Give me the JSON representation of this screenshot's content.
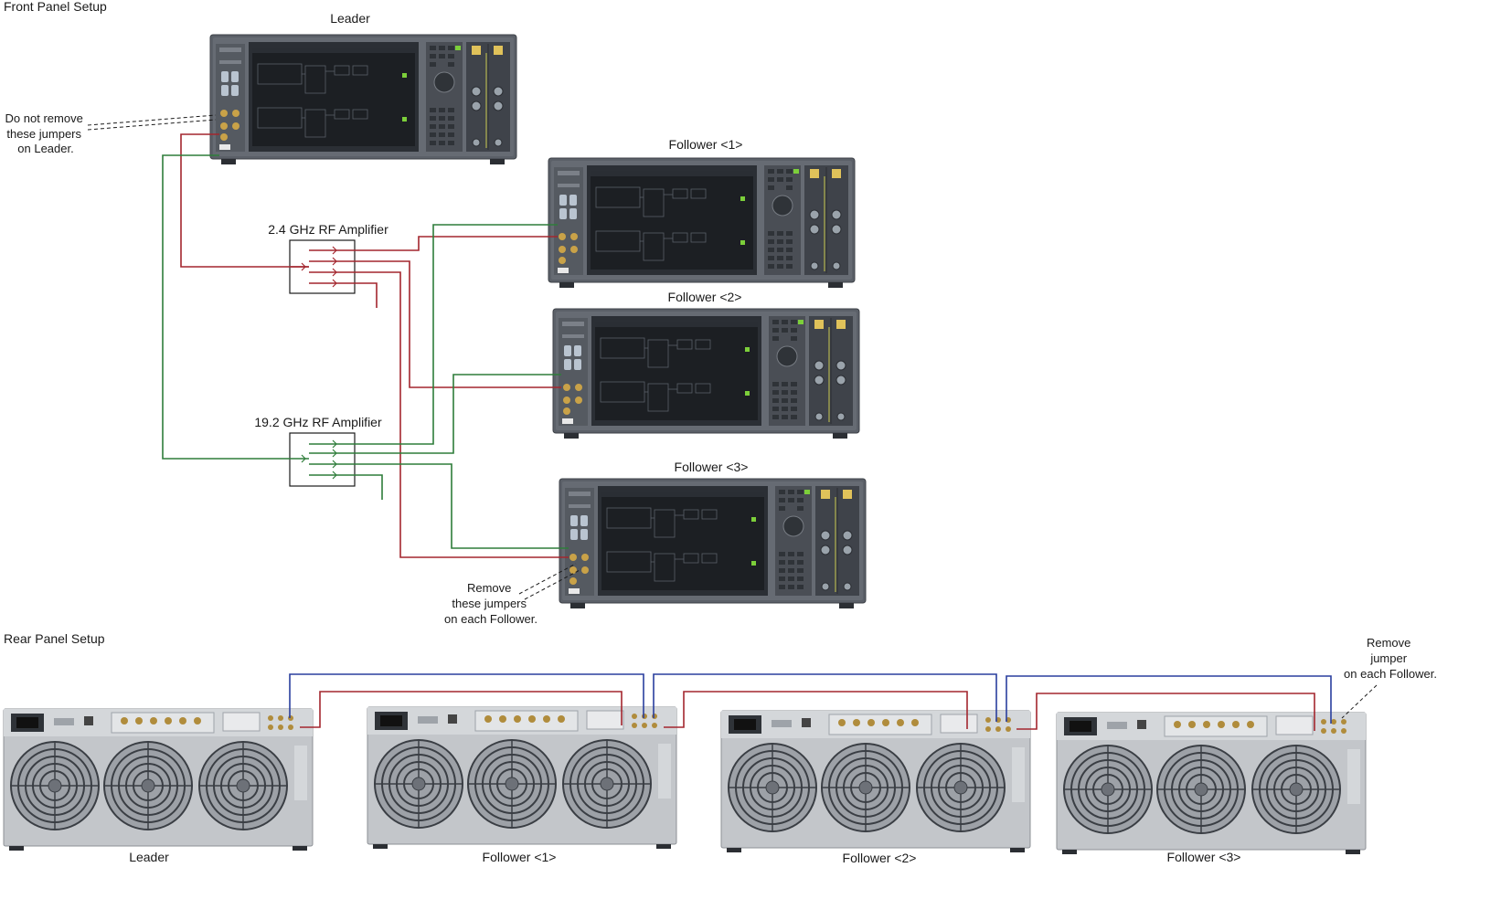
{
  "sections": {
    "front": "Front Panel Setup",
    "rear": "Rear Panel Setup"
  },
  "front_units": [
    {
      "label": "Leader"
    },
    {
      "label": "Follower <1>"
    },
    {
      "label": "Follower <2>"
    },
    {
      "label": "Follower <3>"
    }
  ],
  "amplifiers": [
    {
      "label": "2.4 GHz RF Amplifier"
    },
    {
      "label": "19.2 GHz RF Amplifier"
    }
  ],
  "notes": {
    "leader_jumpers": [
      "Do not remove",
      "these jumpers",
      "on Leader."
    ],
    "follower_jumpers": [
      "Remove",
      "these jumpers",
      "on each Follower."
    ],
    "rear_jumper": [
      "Remove",
      "jumper",
      "on each Follower."
    ]
  },
  "rear_units": [
    {
      "label": "Leader"
    },
    {
      "label": "Follower <1>"
    },
    {
      "label": "Follower <2>"
    },
    {
      "label": "Follower <3>"
    }
  ],
  "colors": {
    "lo_cable": "#a3262e",
    "ref_cable": "#2e7d3a",
    "sync_cable": "#2a3f9e",
    "chassis": "#5b6068",
    "screen": "#1c1f23"
  }
}
